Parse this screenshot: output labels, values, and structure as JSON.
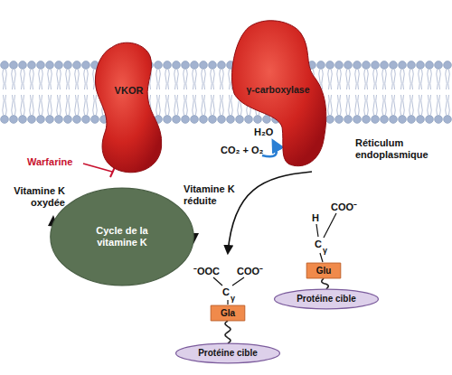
{
  "diagram": {
    "nodes": [
      {
        "text": [
          "VKOR"
        ]
      },
      {
        "text": [
          "γ-carboxylase"
        ]
      },
      {
        "text": [
          "Cycle de la vitamine K"
        ]
      },
      {
        "text": [
          "Glu"
        ]
      },
      {
        "text": [
          "Protéine cible"
        ]
      },
      {
        "text": [
          "Gla"
        ]
      },
      {
        "text": [
          "Protéine cible"
        ]
      }
    ],
    "edges": [
      {
        "from": 3,
        "to": 4,
        "arrow": "none"
      },
      {
        "from": 5,
        "to": 6,
        "arrow": "none"
      }
    ],
    "labels": [
      "Warfarine",
      "Vitamine K oxydée",
      "Vitamine K réduite",
      "CO₂ + O₂",
      "H₂O",
      "Réticulum endoplasmique",
      "H",
      "COO⁻",
      "C",
      "γ",
      "⁻OOC",
      "COO⁻",
      "C",
      "γ"
    ]
  }
}
